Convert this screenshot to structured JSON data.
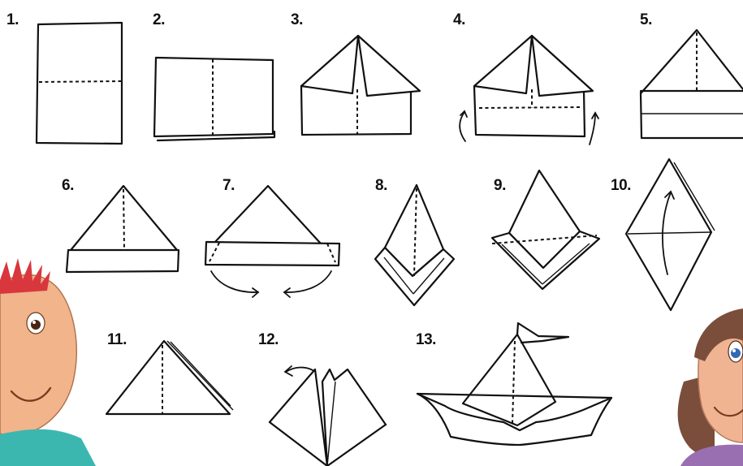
{
  "steps": [
    {
      "label": "1."
    },
    {
      "label": "2."
    },
    {
      "label": "3."
    },
    {
      "label": "4."
    },
    {
      "label": "5."
    },
    {
      "label": "6."
    },
    {
      "label": "7."
    },
    {
      "label": "8."
    },
    {
      "label": "9."
    },
    {
      "label": "10."
    },
    {
      "label": "11."
    },
    {
      "label": "12."
    },
    {
      "label": "13."
    }
  ],
  "colors": {
    "line": "#111111",
    "boy_skin": "#f2b48a",
    "boy_hair": "#d8383d",
    "boy_shirt": "#3bb7b0",
    "girl_skin": "#f0b493",
    "girl_hair": "#7a4e3b",
    "girl_shirt": "#9a6fb1"
  }
}
